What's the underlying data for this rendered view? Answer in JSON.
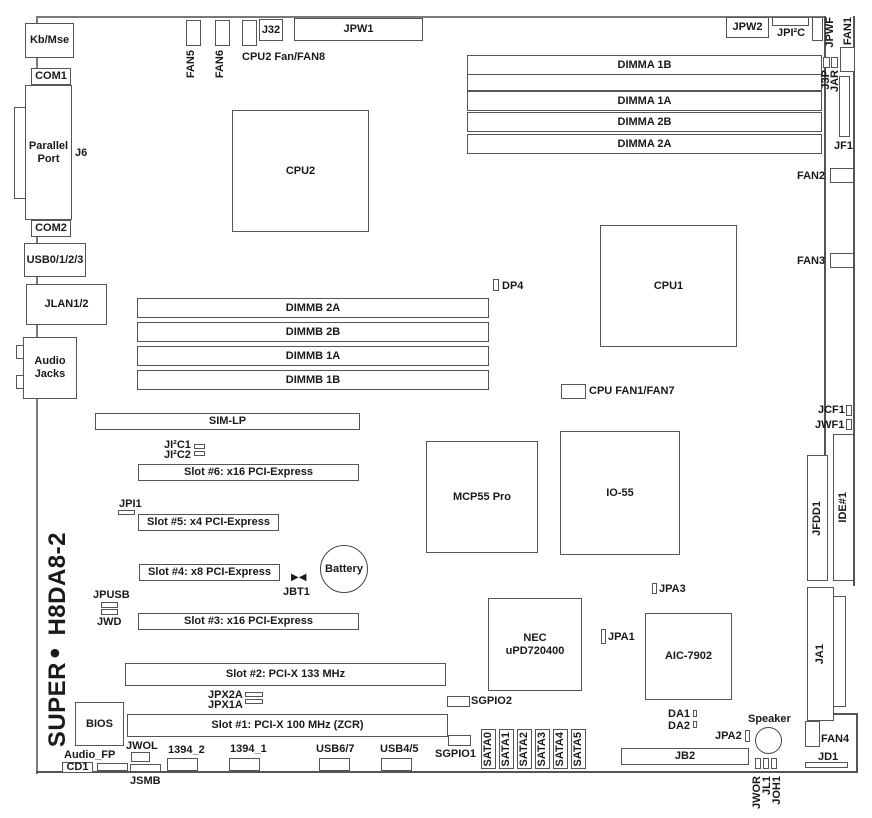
{
  "board": {
    "model": "H8DA8-2",
    "brand": "SUPER",
    "brand_mark": "●"
  },
  "io_panel": {
    "kb_mse": "Kb/Mse",
    "com1": "COM1",
    "parallel_port": "Parallel\nPort",
    "j6": "J6",
    "com2": "COM2",
    "usb0123": "USB0/1/2/3",
    "jlan": "JLAN1/2",
    "audio_jacks": "Audio\nJacks"
  },
  "top_row": {
    "fan5": "FAN5",
    "fan6": "FAN6",
    "cpu2_fan": "CPU2 Fan/FAN8",
    "j32": "J32",
    "jpw1": "JPW1",
    "jpw2": "JPW2",
    "jpi2c": "JPI²C",
    "jpwf": "JPWF",
    "fan1": "FAN1"
  },
  "memory": {
    "dimma": [
      "DIMMA 1B",
      "DIMMA 1A",
      "DIMMA 2B",
      "DIMMA 2A"
    ],
    "dimmb": [
      "DIMMB 2A",
      "DIMMB 2B",
      "DIMMB 1A",
      "DIMMB 1B"
    ]
  },
  "right_edge": {
    "j3p": "J3P",
    "jar": "JAR",
    "jf1": "JF1",
    "fan2": "FAN2",
    "fan3": "FAN3",
    "jcf1": "JCF1",
    "jwf1": "JWF1",
    "jfdd1": "JFDD1",
    "ide1": "IDE#1",
    "ja1": "JA1",
    "fan4": "FAN4",
    "jd1": "JD1"
  },
  "chips": {
    "cpu2": "CPU2",
    "cpu1": "CPU1",
    "mcp55": "MCP55 Pro",
    "io55": "IO-55",
    "nec": "NEC\nuPD720400",
    "aic": "AIC-7902",
    "bios": "BIOS"
  },
  "misc": {
    "dp4": "DP4",
    "cpu_fan1": "CPU FAN1/FAN7",
    "battery": "Battery",
    "jbt1": "JBT1",
    "jpusb": "JPUSB",
    "jwd": "JWD",
    "jpi1": "JPI1",
    "ji2c1": "JI²C1",
    "ji2c2": "JI²C2",
    "jpx2a": "JPX2A",
    "jpx1a": "JPX1A",
    "jpa1": "JPA1",
    "jpa2": "JPA2",
    "jpa3": "JPA3",
    "da1": "DA1",
    "da2": "DA2",
    "speaker": "Speaker",
    "jb2": "JB2",
    "jwor": "JWOR",
    "jl1": "JL1",
    "joh1": "JOH1",
    "sgpio1": "SGPIO1",
    "sgpio2": "SGPIO2"
  },
  "slots": {
    "sim_lp": "SIM-LP",
    "slot6": "Slot #6: x16 PCI-Express",
    "slot5": "Slot #5: x4 PCI-Express",
    "slot4": "Slot #4: x8 PCI-Express",
    "slot3": "Slot #3: x16 PCI-Express",
    "slot2": "Slot #2: PCI-X 133 MHz",
    "slot1": "Slot #1: PCI-X 100 MHz (ZCR)"
  },
  "bottom_row": {
    "audio_fp": "Audio_FP",
    "cd1": "CD1",
    "jwol": "JWOL",
    "jsmb": "JSMB",
    "ieee2": "1394_2",
    "ieee1": "1394_1",
    "usb67": "USB6/7",
    "usb45": "USB4/5",
    "sata": [
      "SATA0",
      "SATA1",
      "SATA2",
      "SATA3",
      "SATA4",
      "SATA5"
    ]
  }
}
